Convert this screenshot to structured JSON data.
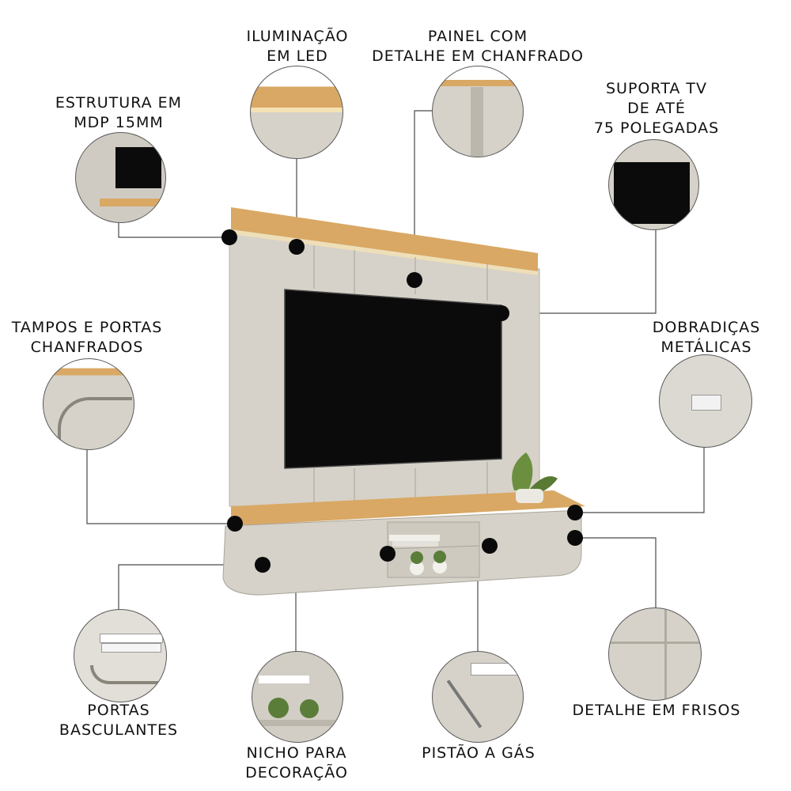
{
  "features": {
    "iluminacao": "ILUMINAÇÃO\nEM LED",
    "painel": "PAINEL COM\nDETALHE EM CHANFRADO",
    "estrutura": "ESTRUTURA EM\nMDP 15MM",
    "suporta": "SUPORTA TV\nDE ATÉ\n75 POLEGADAS",
    "tampos": "TAMPOS E PORTAS\nCHANFRADOS",
    "dobradicas": "DOBRADIÇAS\nMETÁLICAS",
    "portas": "PORTAS\nBASCULANTES",
    "nicho": "NICHO PARA\nDECORAÇÃO",
    "pistao": "PISTÃO A GÁS",
    "frisos": "DETALHE EM FRISOS"
  },
  "colors": {
    "panel": "#d6d2c9",
    "wood": "#d9a864",
    "tv": "#0b0b0b",
    "line": "#4a4a4a"
  }
}
